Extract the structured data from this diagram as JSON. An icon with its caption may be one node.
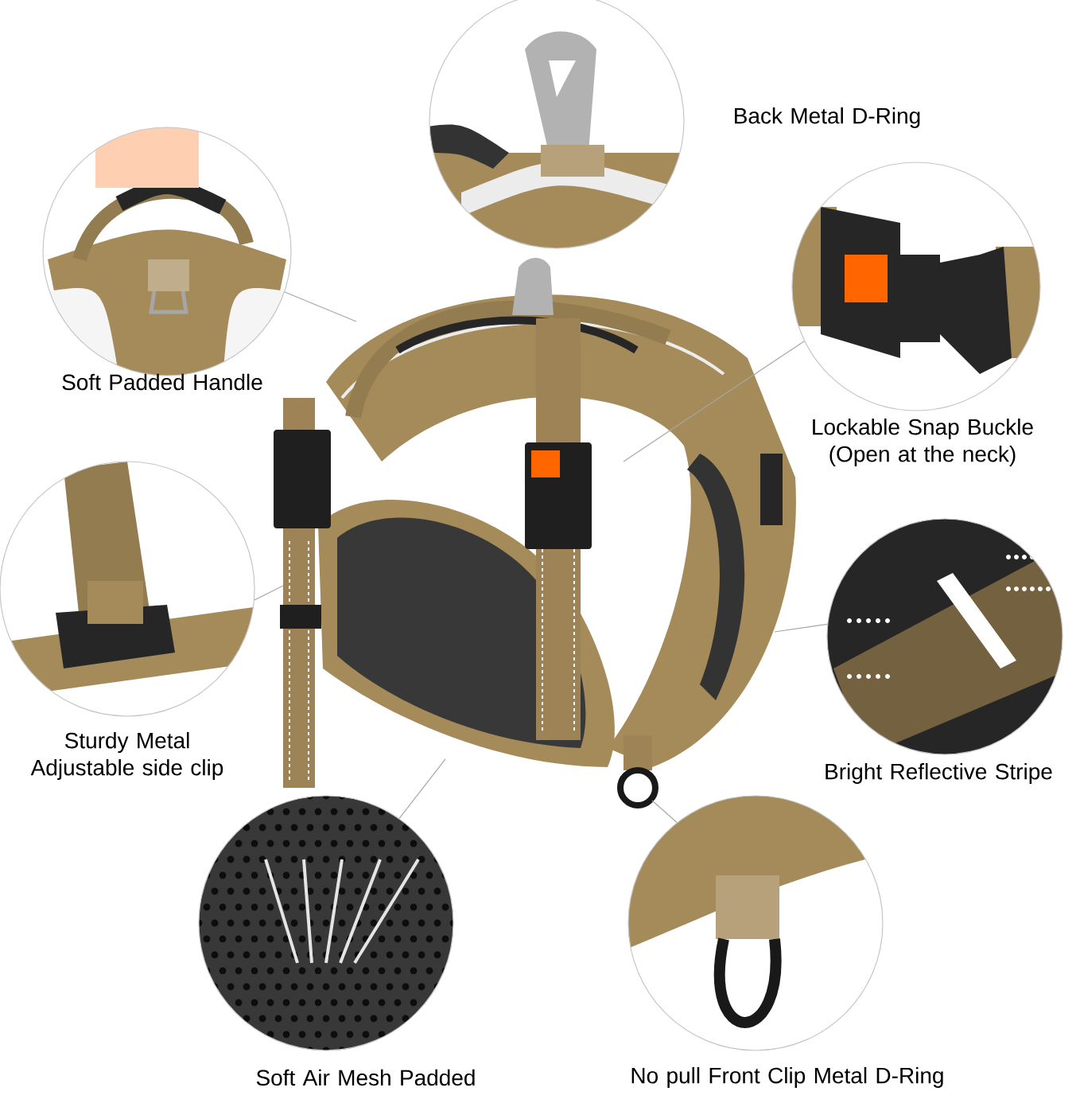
{
  "diagram": {
    "nodes": [
      {
        "text": [
          "Back Metal D-Ring"
        ]
      },
      {
        "text": [
          "Soft Padded Handle"
        ]
      },
      {
        "text": [
          "Lockable Snap Buckle (Open at the neck)"
        ]
      },
      {
        "text": [
          "Sturdy Metal Adjustable side clip"
        ]
      },
      {
        "text": [
          "Bright Reflective Stripe"
        ]
      },
      {
        "text": [
          "Soft Air Mesh Padded"
        ]
      },
      {
        "text": [
          "No pull Front Clip Metal D-Ring"
        ]
      }
    ],
    "edges": [
      {
        "from": 1,
        "to": null,
        "arrow": "none"
      },
      {
        "from": 2,
        "to": null,
        "arrow": "none"
      },
      {
        "from": 3,
        "to": null,
        "arrow": "none"
      },
      {
        "from": 4,
        "to": null,
        "arrow": "none"
      },
      {
        "from": 5,
        "to": null,
        "arrow": "none"
      },
      {
        "from": 6,
        "to": null,
        "arrow": "none"
      }
    ]
  }
}
